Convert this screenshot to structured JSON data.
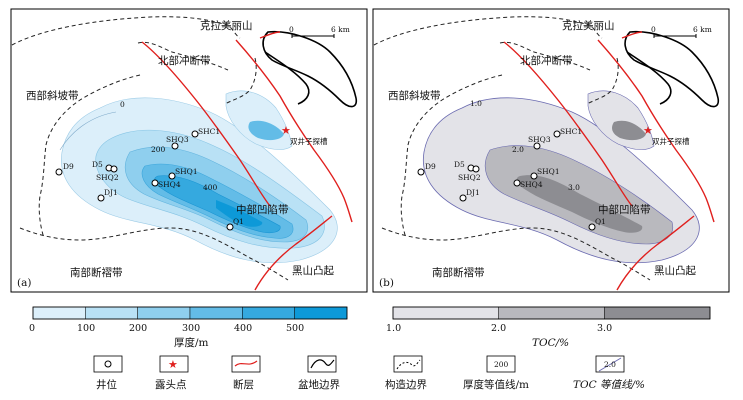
{
  "panels": {
    "a": {
      "tag": "(a)",
      "regions": {
        "north_mountain": "克拉美丽山",
        "north_thrust": "北部冲断带",
        "west_slope": "西部斜坡带",
        "central_depression": "中部凹陷带",
        "south_fold": "南部断褶带",
        "heishan_uplift": "黑山凸起",
        "outcrop_site": "双井子探槽"
      },
      "contour_labels": [
        "0",
        "200",
        "400"
      ]
    },
    "b": {
      "tag": "(b)",
      "regions": {
        "north_mountain": "克拉美丽山",
        "north_thrust": "北部冲断带",
        "west_slope": "西部斜坡带",
        "central_depression": "中部凹陷带",
        "south_fold": "南部断褶带",
        "heishan_uplift": "黑山凸起",
        "outcrop_site": "双井子探槽"
      },
      "contour_labels": [
        "1.0",
        "2.0",
        "3.0"
      ]
    }
  },
  "wells": [
    "SHC1",
    "SHQ3",
    "D9",
    "D5",
    "SHQ2",
    "SHQ1",
    "SHQ4",
    "DJ1",
    "Q1"
  ],
  "scale_bar": {
    "start": "0",
    "end": "6 km"
  },
  "thickness_scale": {
    "ticks": [
      "0",
      "100",
      "200",
      "300",
      "400",
      "500"
    ],
    "title": "厚度/m",
    "colors": [
      "#dceffa",
      "#b9e1f5",
      "#8fcfee",
      "#63bce7",
      "#35a9df",
      "#0d99d8"
    ]
  },
  "toc_scale": {
    "ticks": [
      "1.0",
      "2.0",
      "3.0"
    ],
    "title": "TOC/%",
    "colors": [
      "#e3e3e8",
      "#b9b9be",
      "#8d8d92"
    ]
  },
  "legend": {
    "well": "井位",
    "outcrop": "露头点",
    "fault": "断层",
    "basin_boundary": "盆地边界",
    "structure_boundary": "构造边界",
    "thickness_contour": "厚度等值线/m",
    "thickness_sample": "200",
    "toc_contour": "TOC 等值线/%",
    "toc_sample": "2.0"
  },
  "colors": {
    "fault": "#e0201e",
    "star": "#e0201e",
    "outline_b": "#6a6ab0"
  }
}
